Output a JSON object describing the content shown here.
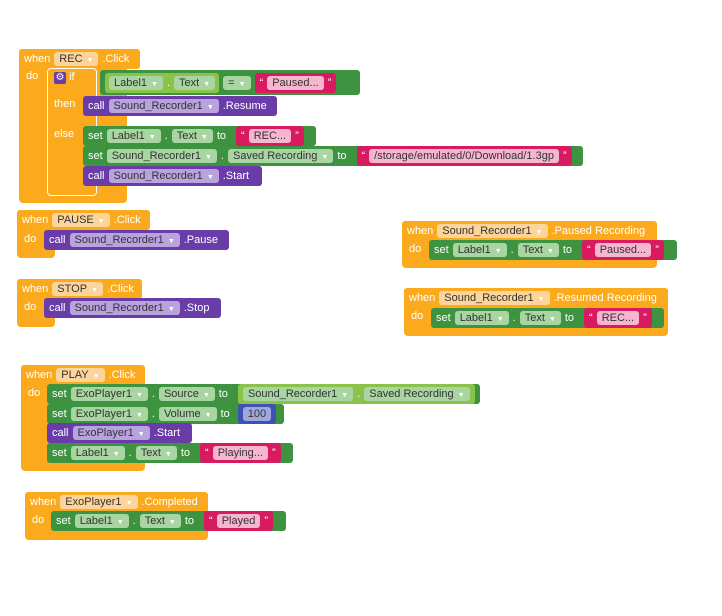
{
  "rec": {
    "when": "when",
    "comp": "REC",
    "evt": ".Click",
    "do": "do",
    "if": "if",
    "then": "then",
    "else": "else",
    "cond": {
      "obj": "Label1",
      "prop": "Text",
      "op": "=",
      "str": "Paused..."
    },
    "then_call": {
      "kw": "call",
      "obj": "Sound_Recorder1",
      "m": ".Resume"
    },
    "set1": {
      "kw": "set",
      "obj": "Label1",
      "prop": "Text",
      "to": "to",
      "str": "REC..."
    },
    "set2": {
      "kw": "set",
      "obj": "Sound_Recorder1",
      "prop": "Saved Recording",
      "to": "to",
      "str": "/storage/emulated/0/Download/1.3gp"
    },
    "call": {
      "kw": "call",
      "obj": "Sound_Recorder1",
      "m": ".Start"
    }
  },
  "pause": {
    "when": "when",
    "comp": "PAUSE",
    "evt": ".Click",
    "do": "do",
    "call": {
      "kw": "call",
      "obj": "Sound_Recorder1",
      "m": ".Pause"
    }
  },
  "stop": {
    "when": "when",
    "comp": "STOP",
    "evt": ".Click",
    "do": "do",
    "call": {
      "kw": "call",
      "obj": "Sound_Recorder1",
      "m": ".Stop"
    }
  },
  "play": {
    "when": "when",
    "comp": "PLAY",
    "evt": ".Click",
    "do": "do",
    "s1": {
      "kw": "set",
      "obj": "ExoPlayer1",
      "prop": "Source",
      "to": "to",
      "gobj": "Sound_Recorder1",
      "gprop": "Saved Recording"
    },
    "s2": {
      "kw": "set",
      "obj": "ExoPlayer1",
      "prop": "Volume",
      "to": "to",
      "num": "100"
    },
    "c": {
      "kw": "call",
      "obj": "ExoPlayer1",
      "m": ".Start"
    },
    "s3": {
      "kw": "set",
      "obj": "Label1",
      "prop": "Text",
      "to": "to",
      "str": "Playing..."
    }
  },
  "done": {
    "when": "when",
    "comp": "ExoPlayer1",
    "evt": ".Completed",
    "do": "do",
    "s": {
      "kw": "set",
      "obj": "Label1",
      "prop": "Text",
      "to": "to",
      "str": "Played"
    }
  },
  "paused": {
    "when": "when",
    "comp": "Sound_Recorder1",
    "evt": ".Paused Recording",
    "do": "do",
    "s": {
      "kw": "set",
      "obj": "Label1",
      "prop": "Text",
      "to": "to",
      "str": "Paused..."
    }
  },
  "resumed": {
    "when": "when",
    "comp": "Sound_Recorder1",
    "evt": ".Resumed Recording",
    "do": "do",
    "s": {
      "kw": "set",
      "obj": "Label1",
      "prop": "Text",
      "to": "to",
      "str": "REC..."
    }
  },
  "dot": ".",
  "q": "“",
  "q2": "”",
  "car": "▼"
}
